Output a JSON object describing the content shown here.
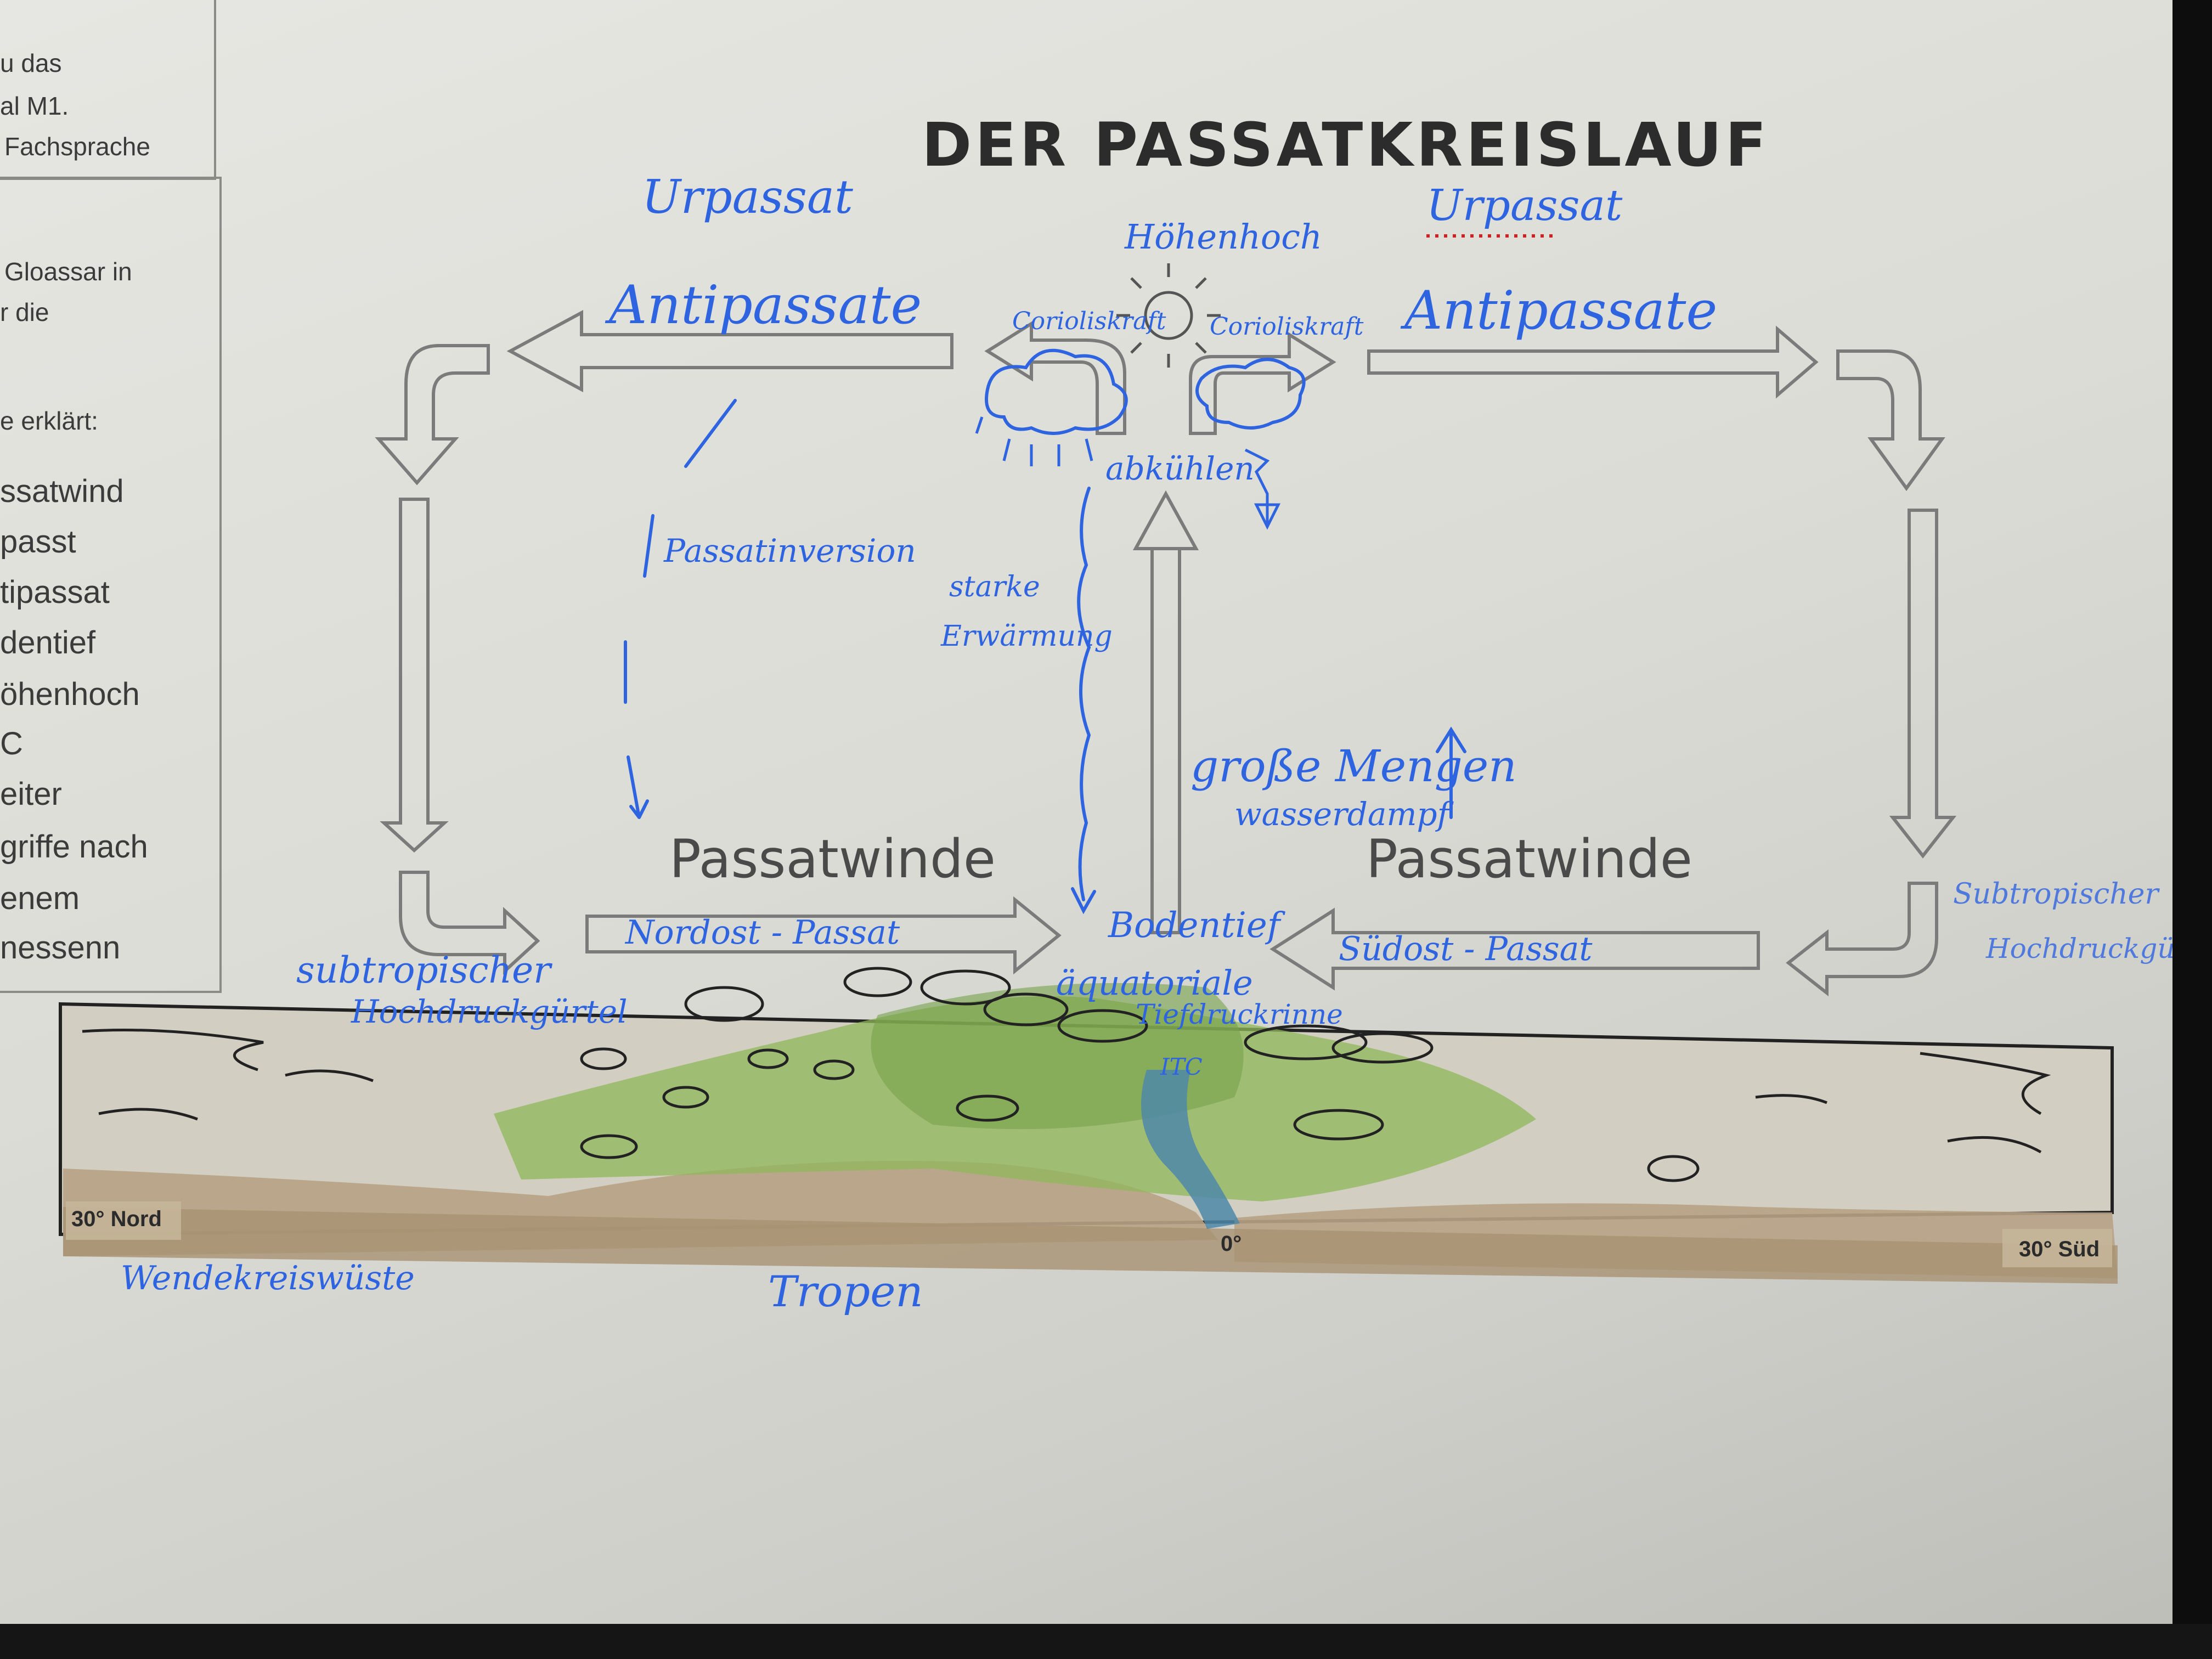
{
  "sidebar": {
    "top_lines": [
      "u das",
      "al M1.",
      "Fachsprache"
    ],
    "glossary_lines": [
      "Gloassar in",
      "r die"
    ],
    "explained_label": "e erklärt:",
    "terms": [
      "ssatwind",
      "passt",
      "tipassat",
      "dentief",
      "öhenhoch",
      "C",
      "eiter",
      "griffe nach",
      "enem",
      "nessenn"
    ]
  },
  "title": "DER PASSATKREISLAUF",
  "handwritten": {
    "urpassat_left": "Urpassat",
    "urpassat_right": "Urpassat",
    "antipassate_left": "Antipassate",
    "antipassate_right": "Antipassate",
    "hoehenhoch": "Höhenhoch",
    "corioliskraft_left": "Corioliskraft",
    "corioliskraft_right": "Corioliskraft",
    "abkuehlen": "abkühlen",
    "passatinversion": "Passatinversion",
    "starke_erwaermung_1": "starke",
    "starke_erwaermung_2": "Erwärmung",
    "grosse_mengen": "große Mengen",
    "wasserdampf": "wasserdampf",
    "passatwinde_left": "Passatwinde",
    "passatwinde_right": "Passatwinde",
    "nordost_passat": "Nordost - Passat",
    "suedost_passat": "Südost - Passat",
    "bodentief": "Bodentief",
    "aequatoriale": "äquatoriale",
    "tiefdruckrinne": "Tiefdruckrinne",
    "itc": "ITC",
    "subtropischer_1": "subtropischer",
    "subtropischer_2": "Hochdruckgürtel",
    "subtropischer_right_1": "Subtropischer",
    "subtropischer_right_2": "Hochdruckgürtel",
    "wendekreiswueste": "Wendekreiswüste",
    "tropen": "Tropen"
  },
  "printed_labels": {
    "nord": "30° Nord",
    "equator": "0°",
    "sued": "30° Süd"
  },
  "colors": {
    "ink": "#2f64e0",
    "arrow_outline": "#7b7b7b",
    "vegetation": "#8fb75a",
    "ground": "#b59e7a",
    "river": "#4f88a8",
    "correction_underline": "#d02020"
  },
  "icons": [
    "sun-icon",
    "cloud-icon",
    "rain-drop-icon"
  ]
}
